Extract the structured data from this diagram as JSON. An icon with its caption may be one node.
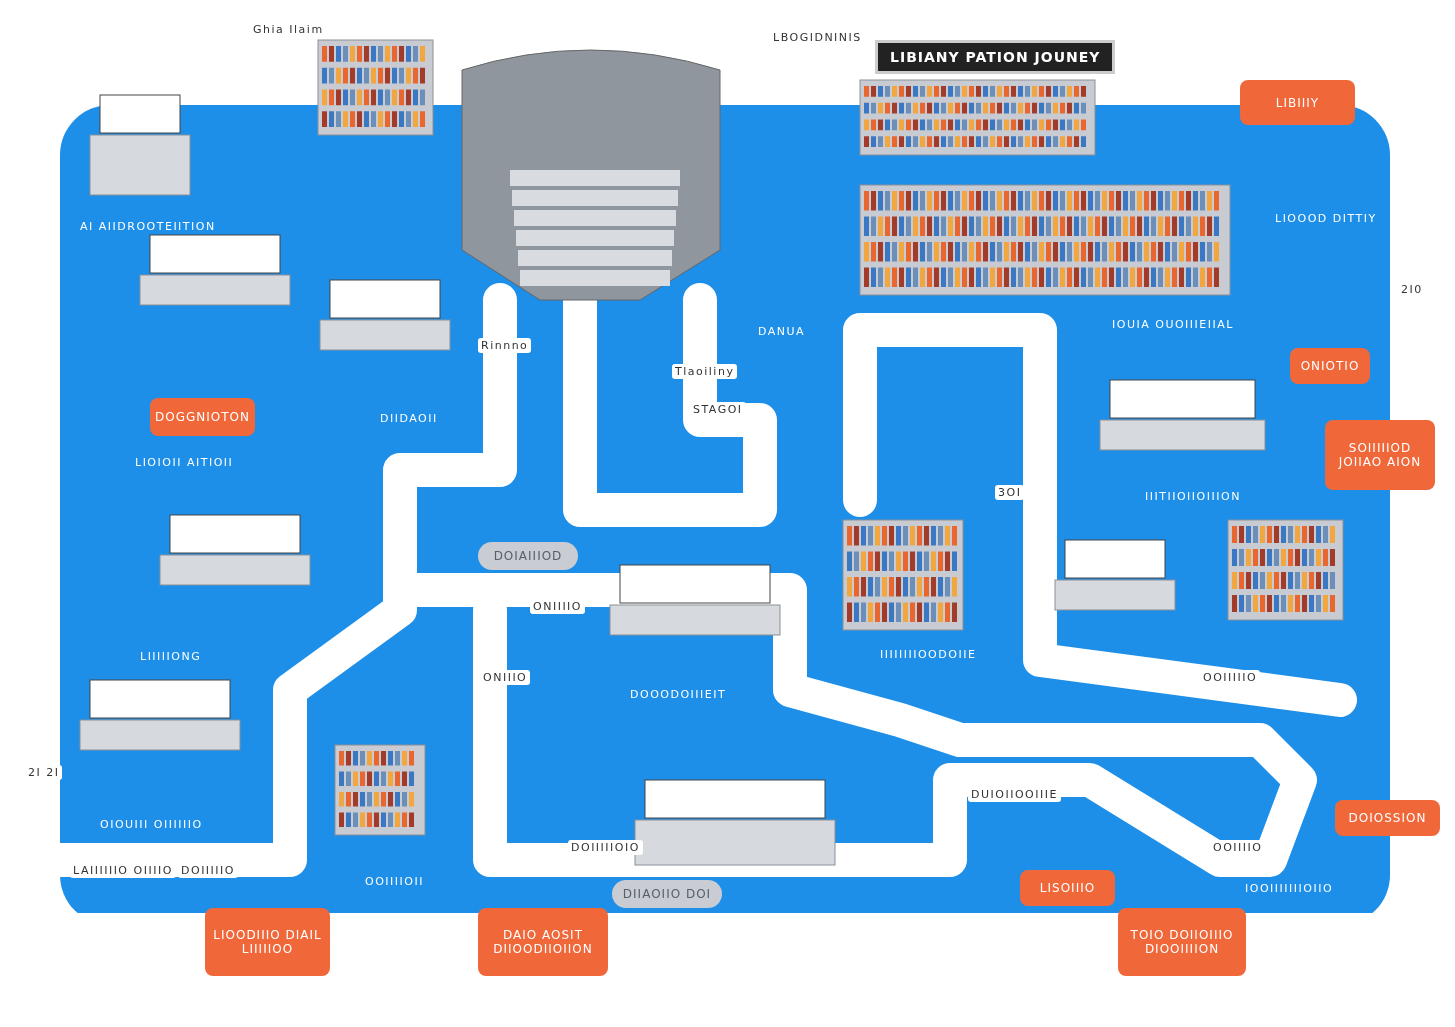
{
  "diagram": {
    "title": "LIBIANY PATION JOUNEY",
    "nodes": [
      {
        "text": [
          "LIBIIIY"
        ]
      },
      {
        "text": [
          "DOGGNIOTON"
        ]
      },
      {
        "text": [
          "ONIOTIO"
        ]
      },
      {
        "text": [
          "SOIIIIIOD JOIIAO AION"
        ]
      },
      {
        "text": [
          "DOIOSSION"
        ]
      },
      {
        "text": [
          "LISOIIIO"
        ]
      },
      {
        "text": [
          "LIOODIIIO DIAIL LIIIIIOO"
        ]
      },
      {
        "text": [
          "DAIO AOSIT DIIOODIIOIION"
        ]
      },
      {
        "text": [
          "TOIO DOIIOIIIO DIOOIIIION"
        ]
      },
      {
        "text": [
          "DOIAIIIOD"
        ]
      },
      {
        "text": [
          "DIIAOIIO DOI"
        ]
      }
    ],
    "labels": [
      "Ghia Ilaim",
      "LBOGIDNINIS",
      "AI AIIDROOTEIITION",
      "DIIDAOII",
      "LIOIOII AITIOII",
      "Rinnno",
      "Tlaoiliny",
      "STAGOI",
      "DANUA",
      "LIOOOD DITTIY",
      "IOUIA OUOIIIEIIAL",
      "IIITIIOIIOIIION",
      "LIIIIIONG",
      "ONIIIIO",
      "ONIIIO",
      "DOOODOIIIEIT",
      "IIIIIIIIOODOIIE",
      "DUIOIIOOIIIE",
      "OOIIIIIO",
      "OIOUIII OIIIIIIO",
      "LAIIIIIIO OIIIIO",
      "DOIIIIIO",
      "DOIIIIIOIO",
      "OOIIIIOII",
      "OOIIIIO",
      "IOOIIIIIIIOIIO",
      "2I0",
      "3OI",
      "2I 2I"
    ]
  }
}
